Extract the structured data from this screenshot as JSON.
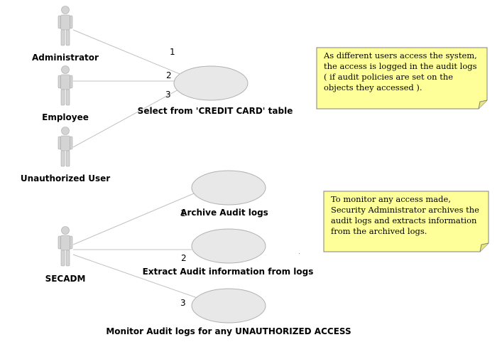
{
  "diagram": {
    "colors": {
      "line": "#c0c0c0",
      "ellipse_fill": "#e8e8e8",
      "ellipse_stroke": "#b0b0b0",
      "actor_fill": "#d4d4d4",
      "actor_stroke": "#a8a8a8",
      "note_fill": "#ffff99",
      "note_stroke": "#808080"
    },
    "actors": [
      {
        "label": "Administrator"
      },
      {
        "label": "Employee"
      },
      {
        "label": "Unauthorized User"
      },
      {
        "label": "SECADM"
      }
    ],
    "use_cases": [
      {
        "label": "Select from 'CREDIT CARD' table"
      },
      {
        "label": "Archive Audit logs"
      },
      {
        "label": "Extract Audit information from logs"
      },
      {
        "label": "Monitor Audit logs for any UNAUTHORIZED ACCESS"
      }
    ],
    "association_numbers": [
      "1",
      "2",
      "3",
      "1",
      "2",
      "3"
    ],
    "notes": [
      {
        "text": "As different users access the system, the access is logged in the audit logs ( if audit policies are set on the objects they accessed )."
      },
      {
        "text": "To monitor any access made, Security Administrator archives the audit logs and extracts information from the archived logs."
      }
    ]
  }
}
